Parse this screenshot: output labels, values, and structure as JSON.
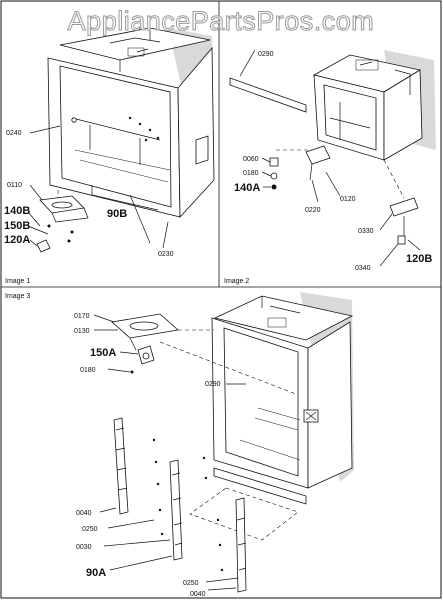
{
  "watermark": "AppliancePartsPros.com",
  "panels": [
    {
      "caption": "Image 1"
    },
    {
      "caption": "Image 2"
    },
    {
      "caption": "Image 3"
    }
  ],
  "callouts": {
    "p0240": "0240",
    "p0110": "0110",
    "p140B": "140B",
    "p150B": "150B",
    "p120A": "120A",
    "p90B": "90B",
    "p0230": "0230",
    "p0290a": "0290",
    "p0060": "0060",
    "p0180a": "0180",
    "p140A": "140A",
    "p0220": "0220",
    "p0120": "0120",
    "p0330": "0330",
    "p0340": "0340",
    "p120B": "120B",
    "p0170": "0170",
    "p0130": "0130",
    "p150A": "150A",
    "p0180b": "0180",
    "p0290b": "0290",
    "p0040a": "0040",
    "p0250a": "0250",
    "p0030": "0030",
    "p90A": "90A",
    "p0250b": "0250",
    "p0040b": "0040"
  }
}
